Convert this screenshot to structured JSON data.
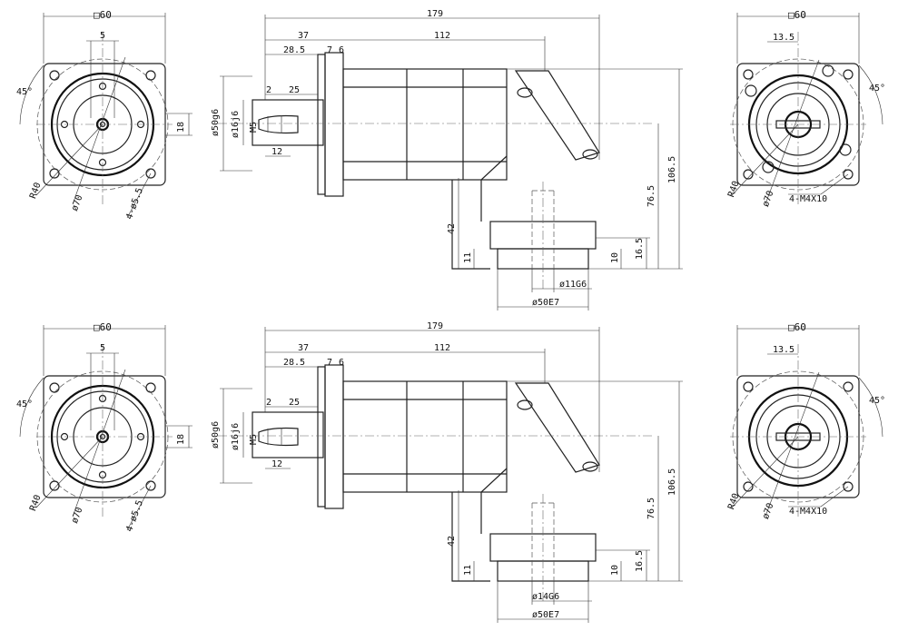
{
  "drawing_title": "",
  "views": [
    {
      "front": {
        "square": "□60",
        "key": "5",
        "angle": "45°",
        "height": "18",
        "radius": "R40",
        "pcd": "ø70",
        "holes": "4-ø5.5"
      },
      "side": {
        "overall": "179",
        "flange": "37",
        "body": "112",
        "shaft_len": "28.5",
        "d7": "7",
        "d6": "6",
        "d2": "2",
        "key_len": "25",
        "pilot": "ø50g6",
        "shaft": "ø16j6",
        "thread": "M5",
        "d12": "12",
        "h42": "42",
        "h76": "76.5",
        "h106": "106.5",
        "h16": "16.5",
        "h11": "11",
        "h10": "10",
        "bore": "ø11G6",
        "base": "ø50E7"
      },
      "rear": {
        "square": "□60",
        "key": "13.5",
        "angle": "45°",
        "radius": "R40",
        "pcd": "ø70",
        "holes": "4-M4X10"
      }
    },
    {
      "front": {
        "square": "□60",
        "key": "5",
        "angle": "45°",
        "height": "18",
        "radius": "R40",
        "pcd": "ø70",
        "holes": "4-ø5.5"
      },
      "side": {
        "overall": "179",
        "flange": "37",
        "body": "112",
        "shaft_len": "28.5",
        "d7": "7",
        "d6": "6",
        "d2": "2",
        "key_len": "25",
        "pilot": "ø50g6",
        "shaft": "ø16j6",
        "thread": "M5",
        "d12": "12",
        "h42": "42",
        "h76": "76.5",
        "h106": "106.5",
        "h16": "16.5",
        "h11": "11",
        "h10": "10",
        "bore": "ø14G6",
        "base": "ø50E7"
      },
      "rear": {
        "square": "□60",
        "key": "13.5",
        "angle": "45°",
        "radius": "R40",
        "pcd": "ø70",
        "holes": "4-M4X10"
      }
    }
  ]
}
